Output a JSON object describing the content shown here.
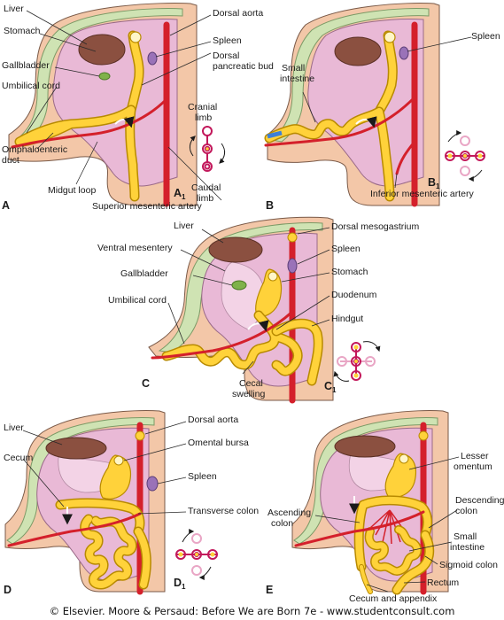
{
  "panels": {
    "A": {
      "letter": "A",
      "sub_letter": "A",
      "sub_index": "1",
      "labels": {
        "liver": "Liver",
        "stomach": "Stomach",
        "gallbladder": "Gallbladder",
        "umbilical_cord": "Umbilical cord",
        "omphaloenteric_1": "Omphaloenteric",
        "omphaloenteric_2": "duct",
        "midgut_loop": "Midgut loop",
        "dorsal_aorta": "Dorsal aorta",
        "spleen": "Spleen",
        "dorsal_pancreatic_1": "Dorsal",
        "dorsal_pancreatic_2": "pancreatic bud",
        "cranial_1": "Cranial",
        "cranial_2": "limb",
        "caudal_1": "Caudal",
        "caudal_2": "limb",
        "sma": "Superior mesenteric artery"
      }
    },
    "B": {
      "letter": "B",
      "sub_letter": "B",
      "sub_index": "1",
      "labels": {
        "spleen": "Spleen",
        "small_intestine_1": "Small",
        "small_intestine_2": "intestine",
        "ima": "Inferior mesenteric artery"
      }
    },
    "C": {
      "letter": "C",
      "sub_letter": "C",
      "sub_index": "1",
      "labels": {
        "liver": "Liver",
        "ventral_mesentery": "Ventral mesentery",
        "gallbladder": "Gallbladder",
        "umbilical_cord": "Umbilical cord",
        "dorsal_mesogastrium": "Dorsal mesogastrium",
        "spleen": "Spleen",
        "stomach": "Stomach",
        "duodenum": "Duodenum",
        "hindgut": "Hindgut",
        "cecal_1": "Cecal",
        "cecal_2": "swelling"
      }
    },
    "D": {
      "letter": "D",
      "sub_letter": "D",
      "sub_index": "1",
      "labels": {
        "liver": "Liver",
        "cecum": "Cecum",
        "dorsal_aorta": "Dorsal aorta",
        "omental_bursa": "Omental bursa",
        "spleen": "Spleen",
        "transverse_colon": "Transverse colon"
      }
    },
    "E": {
      "letter": "E",
      "labels": {
        "lesser_1": "Lesser",
        "lesser_2": "omentum",
        "ascending_1": "Ascending",
        "ascending_2": "colon",
        "descending_1": "Descending",
        "descending_2": "colon",
        "small_1": "Small",
        "small_2": "intestine",
        "sigmoid": "Sigmoid colon",
        "rectum": "Rectum",
        "cecum_appendix": "Cecum and appendix"
      }
    }
  },
  "credit": "© Elsevier. Moore & Persaud: Before We are Born 7e - www.studentconsult.com",
  "colors": {
    "body_wall": "#f3c7a8",
    "ectoderm": "#cfe3b3",
    "cavity": "#e9b9d6",
    "liver": "#8b5040",
    "gut": "#ffd23a",
    "artery": "#d4202b",
    "spleen": "#9a72b8",
    "gallbladder": "#7fb24a",
    "rotation_ring": "#c2185b"
  }
}
